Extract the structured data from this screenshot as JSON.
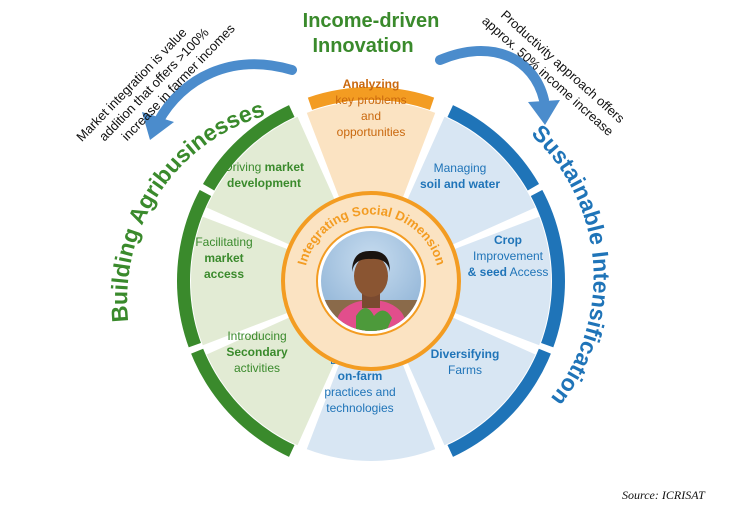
{
  "title": {
    "line1": "Income-driven",
    "line2": "Innovation"
  },
  "arcs": {
    "left": "Building Agribusinesses",
    "right": "Sustainable Intensification"
  },
  "notes": {
    "left": [
      "Market integration is value",
      "addition that offers >100%",
      "increase in farmer incomes"
    ],
    "right": [
      "Productivity approach offers",
      "approx. 50% income increase"
    ]
  },
  "center": {
    "label": "Integrating Social Dimension",
    "photo_icon": "farmer-portrait-icon"
  },
  "segments": [
    {
      "id": "analyzing",
      "lines": [
        [
          "Analyzing"
        ],
        [
          "key problems"
        ],
        [
          "and"
        ],
        [
          "opportunities"
        ]
      ]
    },
    {
      "id": "managing",
      "lines": [
        [
          "Managing"
        ],
        [
          "soil and water"
        ]
      ]
    },
    {
      "id": "crop",
      "lines": [
        [
          "Crop"
        ],
        [
          "Improvement"
        ],
        [
          "& seed",
          " Access"
        ]
      ]
    },
    {
      "id": "diversifying",
      "lines": [
        [
          "Diversifying"
        ],
        [
          "Farms"
        ]
      ]
    },
    {
      "id": "developing",
      "lines": [
        [
          "Developing"
        ],
        [
          "on-farm"
        ],
        [
          "practices and"
        ],
        [
          "technologies"
        ]
      ]
    },
    {
      "id": "introducing",
      "lines": [
        [
          "Introducing"
        ],
        [
          "Secondary"
        ],
        [
          "activities"
        ]
      ]
    },
    {
      "id": "facilitating",
      "lines": [
        [
          "Facilitating"
        ],
        [
          "market"
        ],
        [
          "access"
        ]
      ]
    },
    {
      "id": "driving",
      "lines": [
        [
          "Driving ",
          "market"
        ],
        [
          "development"
        ]
      ]
    }
  ],
  "source": "Source: ICRISAT",
  "colors": {
    "green": "#3a8a2c",
    "green_light": "#e2ebd4",
    "blue": "#1f74b8",
    "blue_light": "#d8e6f3",
    "orange": "#f39c22",
    "orange_light": "#fbe3c2",
    "arrow_blue": "#4b8ccc"
  }
}
